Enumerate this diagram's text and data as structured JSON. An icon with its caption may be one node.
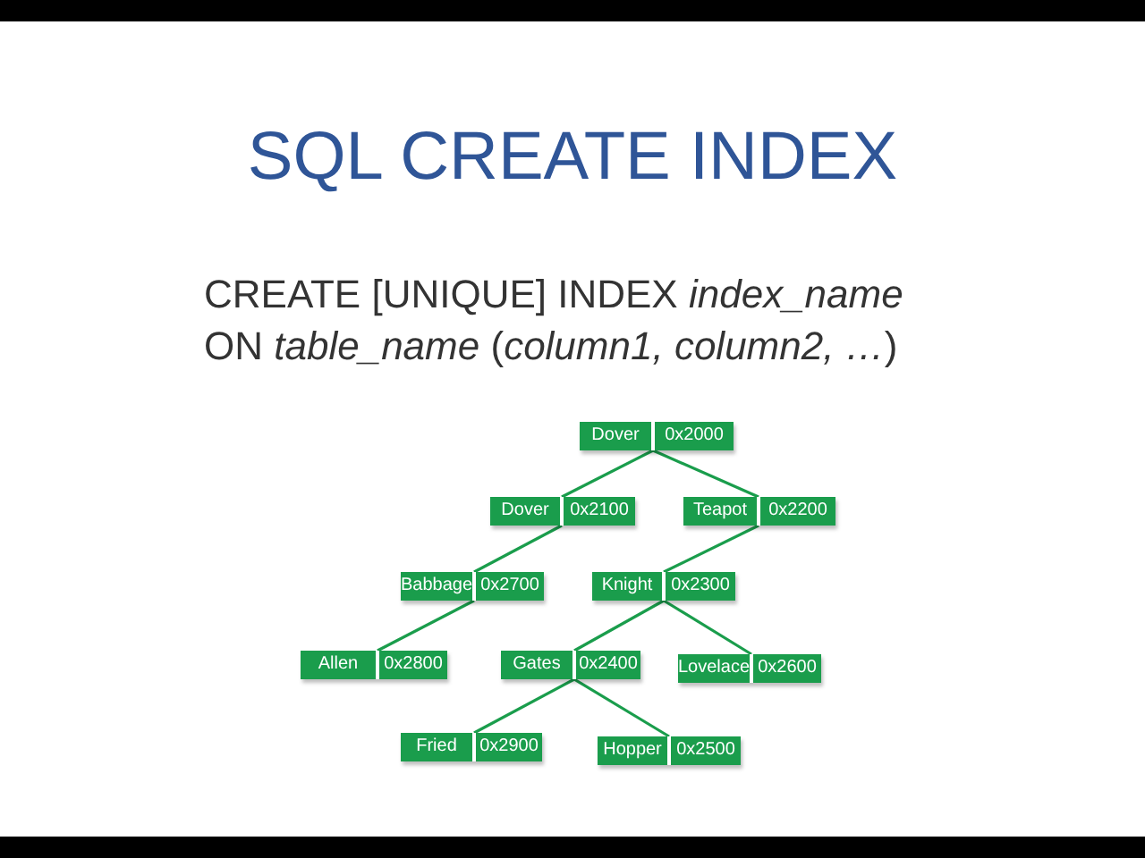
{
  "diagram": {
    "title": "SQL CREATE INDEX",
    "nodes": [
      {
        "text": [
          "Dover",
          "0x2000"
        ]
      },
      {
        "text": [
          "Dover",
          "0x2100"
        ]
      },
      {
        "text": [
          "Teapot",
          "0x2200"
        ]
      },
      {
        "text": [
          "Babbage",
          "0x2700"
        ]
      },
      {
        "text": [
          "Knight",
          "0x2300"
        ]
      },
      {
        "text": [
          "Allen",
          "0x2800"
        ]
      },
      {
        "text": [
          "Gates",
          "0x2400"
        ]
      },
      {
        "text": [
          "Lovelace",
          "0x2600"
        ]
      },
      {
        "text": [
          "Fried",
          "0x2900"
        ]
      },
      {
        "text": [
          "Hopper",
          "0x2500"
        ]
      }
    ],
    "edges": [
      {
        "from": 0,
        "to": 1,
        "arrow": "none"
      },
      {
        "from": 0,
        "to": 2,
        "arrow": "none"
      },
      {
        "from": 1,
        "to": 3,
        "arrow": "none"
      },
      {
        "from": 2,
        "to": 4,
        "arrow": "none"
      },
      {
        "from": 3,
        "to": 5,
        "arrow": "none"
      },
      {
        "from": 4,
        "to": 6,
        "arrow": "none"
      },
      {
        "from": 4,
        "to": 7,
        "arrow": "none"
      },
      {
        "from": 6,
        "to": 8,
        "arrow": "none"
      },
      {
        "from": 6,
        "to": 9,
        "arrow": "none"
      }
    ],
    "labels": [
      "CREATE [UNIQUE] INDEX *index_name*",
      "ON *table_name* (*column1, column2, …*)"
    ]
  }
}
